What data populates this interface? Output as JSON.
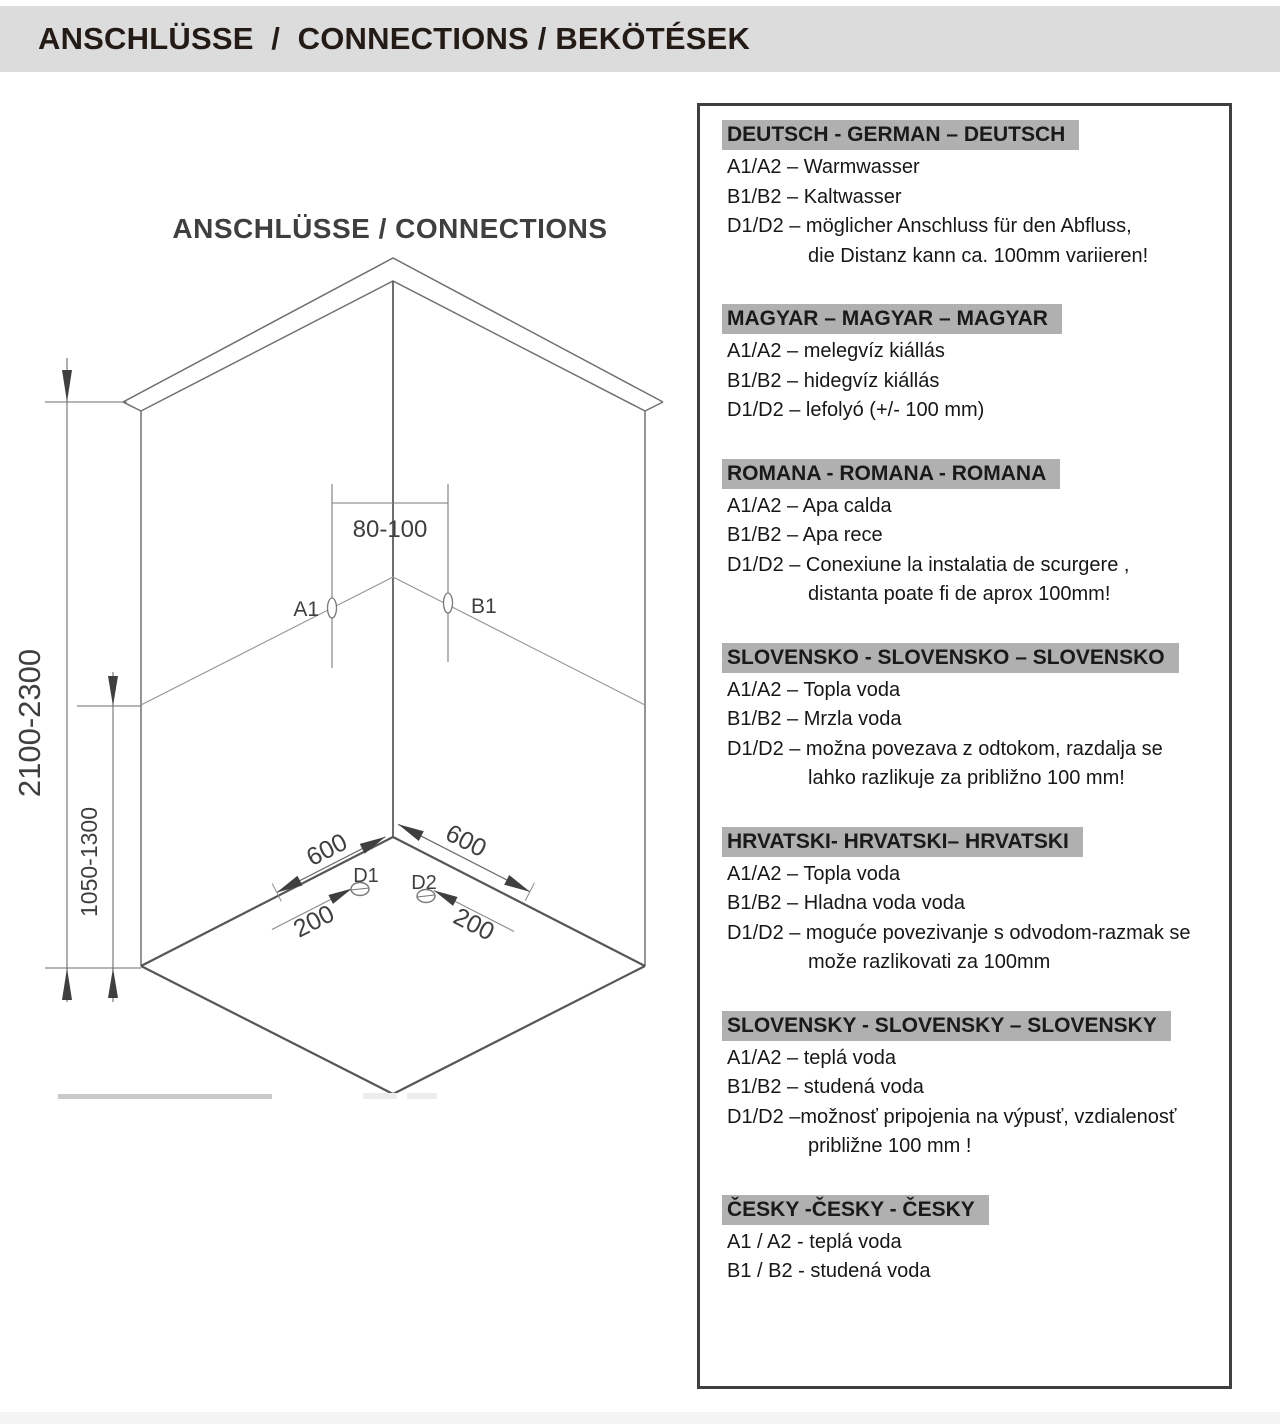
{
  "header": {
    "title": "ANSCHLÜSSE  /  CONNECTIONS / BEKÖTÉSEK"
  },
  "diagram": {
    "title": "ANSCHLÜSSE / CONNECTIONS",
    "labels": {
      "width_range": "80-100",
      "height_range": "2100-2300",
      "mid_height_range": "1050-1300",
      "a1": "A1",
      "b1": "B1",
      "d1": "D1",
      "d2": "D2",
      "left_600": "600",
      "right_600": "600",
      "left_200": "200",
      "right_200": "200"
    }
  },
  "panel": {
    "sections": [
      {
        "heading": "DEUTSCH - GERMAN – DEUTSCH",
        "lines": [
          "A1/A2 – Warmwasser",
          "B1/B2 – Kaltwasser",
          "D1/D2 – möglicher Anschluss für den Abfluss,",
          "die Distanz kann ca. 100mm variieren!"
        ]
      },
      {
        "heading": "MAGYAR – MAGYAR – MAGYAR",
        "lines": [
          "A1/A2 – melegvíz kiállás",
          "B1/B2 – hidegvíz kiállás",
          "D1/D2 – lefolyó (+/- 100 mm)"
        ]
      },
      {
        "heading": "ROMANA - ROMANA - ROMANA",
        "lines": [
          "A1/A2 – Apa calda",
          "B1/B2 – Apa rece",
          "D1/D2 – Conexiune la instalatia de scurgere ,",
          "distanta poate fi de aprox 100mm!"
        ]
      },
      {
        "heading": "SLOVENSKO - SLOVENSKO – SLOVENSKO",
        "lines": [
          "A1/A2 – Topla voda",
          "B1/B2 – Mrzla voda",
          "D1/D2 – možna povezava z odtokom, razdalja se",
          "lahko razlikuje za približno 100 mm!"
        ]
      },
      {
        "heading": "HRVATSKI- HRVATSKI– HRVATSKI",
        "lines": [
          "A1/A2 – Topla voda",
          "B1/B2 – Hladna voda voda",
          "D1/D2 – moguće povezivanje s odvodom-razmak se",
          "može razlikovati za 100mm"
        ]
      },
      {
        "heading": "SLOVENSKY - SLOVENSKY – SLOVENSKY",
        "lines": [
          "A1/A2 – teplá voda",
          "B1/B2 – studená voda",
          "D1/D2 –možnosť pripojenia na výpusť, vzdialenosť",
          "približne 100 mm !"
        ]
      },
      {
        "heading": "ČESKY -ČESKY - ČESKY",
        "lines": [
          "A1 / A2 - teplá voda",
          "B1 / B2 - studená voda"
        ]
      }
    ]
  }
}
